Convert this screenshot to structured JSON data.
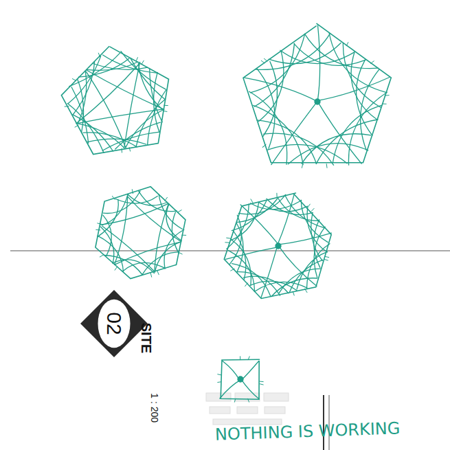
{
  "diagram": {
    "nodes": [
      {
        "text": [
          "02"
        ]
      }
    ],
    "labels": [
      "SITE",
      "1 : 200",
      "NOTHING IS WORKING"
    ]
  }
}
